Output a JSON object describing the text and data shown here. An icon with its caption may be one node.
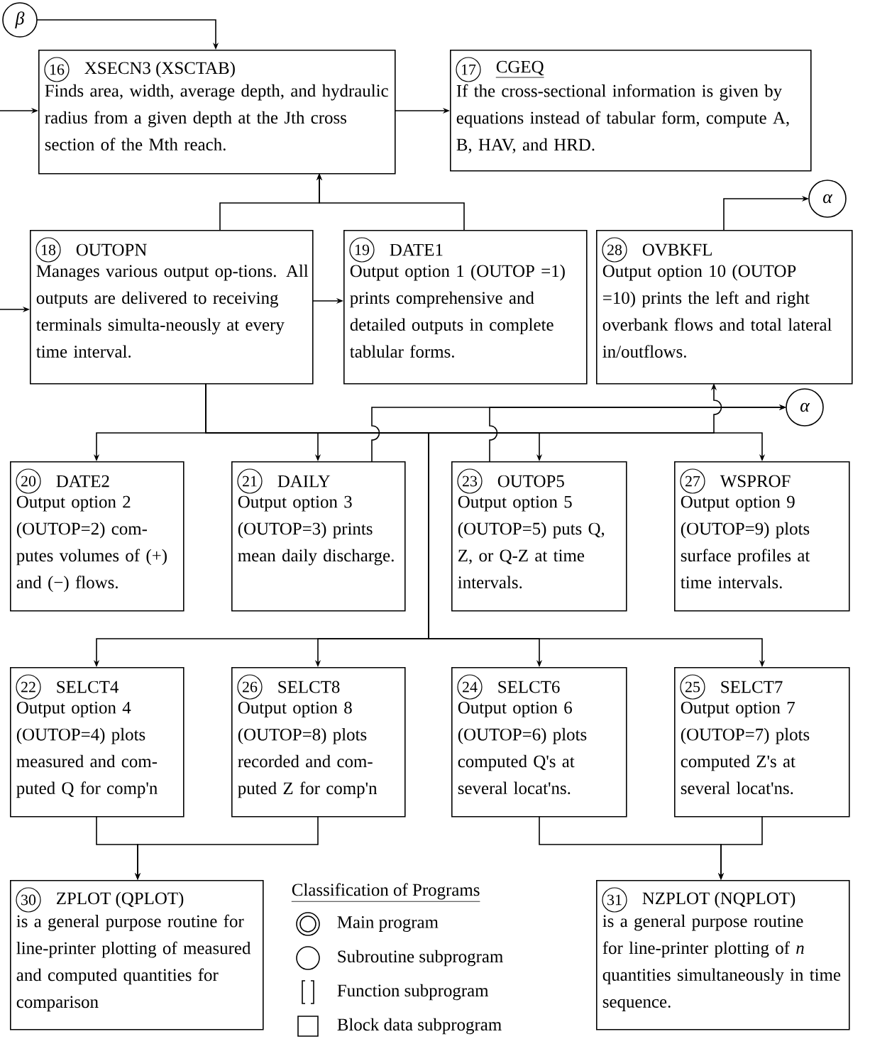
{
  "diagram": {
    "nodes": [
      {
        "text": [
          "β"
        ]
      },
      {
        "text": [
          "16",
          "XSECN3 (XSCTAB)",
          "Finds area, width, average depth, and hydraulic radius from a given depth at the Jth cross section of the Mth reach."
        ]
      },
      {
        "text": [
          "17",
          "CGEQ",
          "If the cross-sectional information is given by equations instead of tabular form, compute A, B, HAV, and HRD."
        ]
      },
      {
        "text": [
          "18",
          "OUTOPN",
          "Manages various output op-tions. All outputs are delivered to receiving terminals simulta-neously at every time interval."
        ]
      },
      {
        "text": [
          "19",
          "DATE1",
          "Output option 1 (OUTOP =1) prints comprehensive and detailed outputs in complete tablular forms."
        ]
      },
      {
        "text": [
          "28",
          "OVBKFL",
          "Output option 10 (OUTOP =10) prints the left and right overbank flows and total lateral in/outflows."
        ]
      },
      {
        "text": [
          "α"
        ]
      },
      {
        "text": [
          "α"
        ]
      },
      {
        "text": [
          "20",
          "DATE2",
          "Output option 2 (OUTOP=2) com-putes volumes of (+) and (−) flows."
        ]
      },
      {
        "text": [
          "21",
          "DAILY",
          "Output option 3 (OUTOP=3) prints mean daily discharge."
        ]
      },
      {
        "text": [
          "23",
          "OUTOP5",
          "Output option 5 (OUTOP=5) puts Q, Z, or Q-Z at time intervals."
        ]
      },
      {
        "text": [
          "27",
          "WSPROF",
          "Output option 9 (OUTOP=9) plots surface profiles at time intervals."
        ]
      },
      {
        "text": [
          "22",
          "SELCT4",
          "Output option 4 (OUTOP=4) plots measured and com-puted Q for comp'n"
        ]
      },
      {
        "text": [
          "26",
          "SELCT8",
          "Output option 8 (OUTOP=8) plots recorded and com-puted Z for comp'n"
        ]
      },
      {
        "text": [
          "24",
          "SELCT6",
          "Output option 6 (OUTOP=6) plots computed Q's at several locat'ns."
        ]
      },
      {
        "text": [
          "25",
          "SELCT7",
          "Output option 7 (OUTOP=7) plots computed Z's at several locat'ns."
        ]
      },
      {
        "text": [
          "30",
          "ZPLOT (QPLOT)",
          "is a general purpose routine for line-printer plotting of measured and computed quantities for comparison"
        ]
      },
      {
        "text": [
          "31",
          "NZPLOT (NQPLOT)",
          "is a general purpose routine for line-printer plotting of *n* quantities simultaneously in time sequence."
        ]
      }
    ],
    "edges": [
      {
        "from": null,
        "to": 1,
        "arrow": "to"
      },
      {
        "from": 0,
        "to": 1,
        "arrow": "to"
      },
      {
        "from": 1,
        "to": 2,
        "arrow": "to"
      },
      {
        "from": null,
        "to": 3,
        "arrow": "to"
      },
      {
        "from": 3,
        "to": 4,
        "arrow": "to"
      },
      {
        "from": 3,
        "to": 1,
        "arrow": "to"
      },
      {
        "from": 4,
        "to": 1,
        "arrow": "to"
      },
      {
        "from": 5,
        "to": 6,
        "arrow": "to"
      },
      {
        "from": 3,
        "to": 8,
        "arrow": "to"
      },
      {
        "from": 3,
        "to": 9,
        "arrow": "to"
      },
      {
        "from": 3,
        "to": 10,
        "arrow": "to"
      },
      {
        "from": 3,
        "to": 11,
        "arrow": "to"
      },
      {
        "from": 3,
        "to": 5,
        "arrow": "to"
      },
      {
        "from": 9,
        "to": 7,
        "arrow": "to"
      },
      {
        "from": 10,
        "to": 7,
        "arrow": "to"
      },
      {
        "from": 3,
        "to": 12,
        "arrow": "to"
      },
      {
        "from": 3,
        "to": 13,
        "arrow": "to"
      },
      {
        "from": 3,
        "to": 14,
        "arrow": "to"
      },
      {
        "from": 3,
        "to": 15,
        "arrow": "to"
      },
      {
        "from": 12,
        "to": 16,
        "arrow": "to"
      },
      {
        "from": 13,
        "to": 16,
        "arrow": "to"
      },
      {
        "from": 14,
        "to": 17,
        "arrow": "to"
      },
      {
        "from": 15,
        "to": 17,
        "arrow": "to"
      }
    ],
    "labels": [
      "Classification of Programs"
    ],
    "legend": [
      {
        "text": "Main program"
      },
      {
        "text": "Subroutine subprogram"
      },
      {
        "text": "Function subprogram"
      },
      {
        "text": "Block data subprogram"
      }
    ]
  }
}
